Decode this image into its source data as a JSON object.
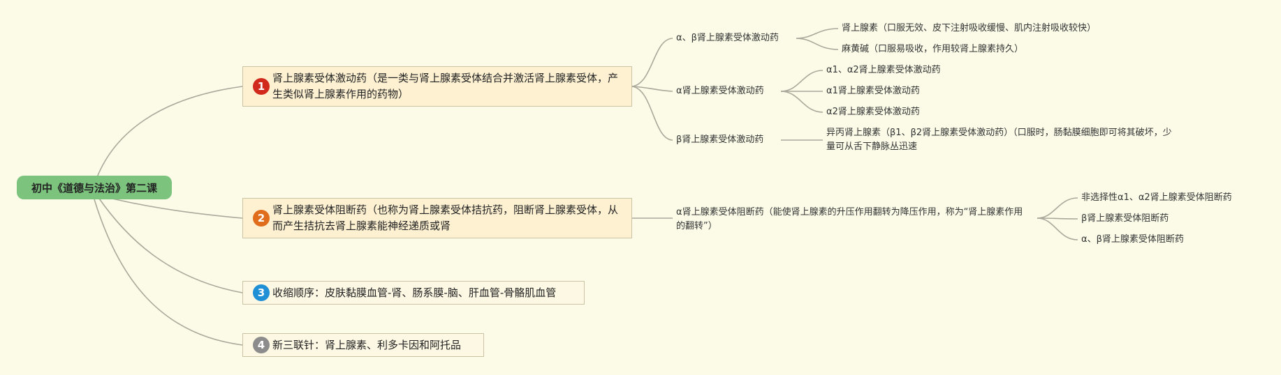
{
  "root": {
    "label": "初中《道德与法治》第二课"
  },
  "branches": [
    {
      "num": "1",
      "color": "#d12a1d",
      "label": "肾上腺素受体激动药（是一类与肾上腺素受体结合并激活肾上腺素受体，产生类似肾上腺素作用的药物）"
    },
    {
      "num": "2",
      "color": "#e06d1c",
      "label": "肾上腺素受体阻断药（也称为肾上腺素受体拮抗药，阻断肾上腺素受体，从而产生拮抗去肾上腺素能神经递质或肾"
    },
    {
      "num": "3",
      "color": "#1f8fd6",
      "label": "收缩顺序：皮肤黏膜血管-肾、肠系膜-脑、肝血管-骨骼肌血管"
    },
    {
      "num": "4",
      "color": "#8c8c8c",
      "label": "新三联针：肾上腺素、利多卡因和阿托品"
    }
  ],
  "b1": {
    "ab": {
      "label": "α、β肾上腺素受体激动药",
      "children": [
        "肾上腺素（口服无效、皮下注射吸收缓慢、肌内注射吸收较快）",
        "麻黄碱（口服易吸收，作用较肾上腺素持久）"
      ]
    },
    "a": {
      "label": "α肾上腺素受体激动药",
      "children": [
        "α1、α2肾上腺素受体激动药",
        "α1肾上腺素受体激动药",
        "α2肾上腺素受体激动药"
      ]
    },
    "b": {
      "label": "β肾上腺素受体激动药",
      "children": [
        "异丙肾上腺素（β1、β2肾上腺素受体激动药）（口服时，肠黏膜细胞即可将其破坏，少量可从舌下静脉丛迅速"
      ]
    }
  },
  "b2": {
    "a": {
      "label": "α肾上腺素受体阻断药（能使肾上腺素的升压作用翻转为降压作用，称为“肾上腺素作用的翻转”）",
      "children": [
        "非选择性α1、α2肾上腺素受体阻断药",
        "β肾上腺素受体阻断药",
        "α、β肾上腺素受体阻断药"
      ]
    }
  },
  "colors": {
    "line": "#a9a89a",
    "root": "#7cc47e",
    "branch_fill": "#fdf1d2",
    "background": "#fbfbe8"
  }
}
